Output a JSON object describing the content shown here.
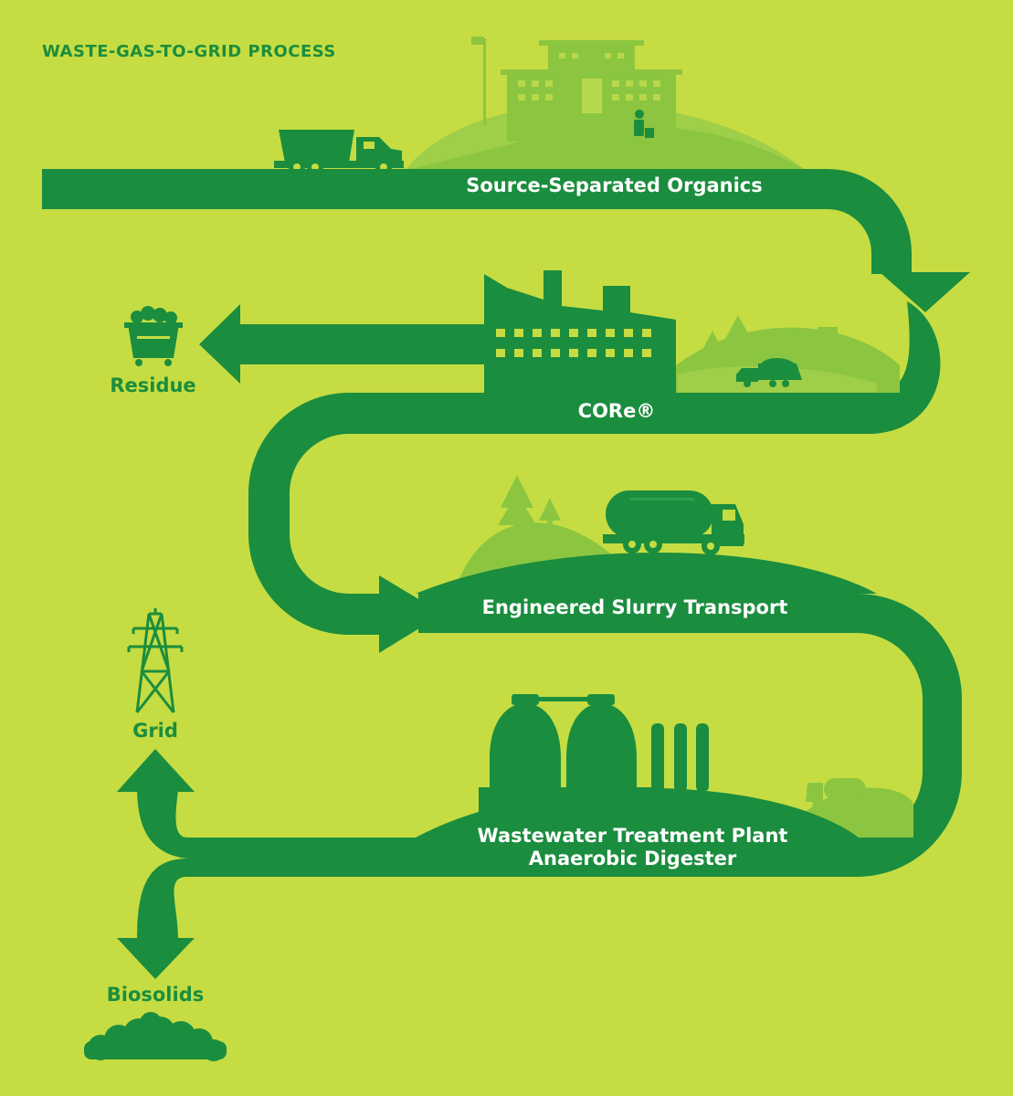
{
  "title": "WASTE-GAS-TO-GRID PROCESS",
  "colors": {
    "background": "#c5dd42",
    "primary_green": "#1b8d3e",
    "hill_green": "#8cc640",
    "light_hill": "#9fce48",
    "label_white": "#ffffff"
  },
  "stages": [
    {
      "id": "source",
      "label": "Source-Separated Organics",
      "icon": "dump-truck-and-school-icon"
    },
    {
      "id": "core",
      "label": "CORe®",
      "icon": "factory-icon"
    },
    {
      "id": "transport",
      "label": "Engineered Slurry Transport",
      "icon": "tanker-truck-icon"
    },
    {
      "id": "digester",
      "label": "Wastewater Treatment Plant",
      "label2": "Anaerobic Digester",
      "icon": "digester-tanks-icon"
    }
  ],
  "outputs": {
    "residue": {
      "label": "Residue",
      "icon": "residue-bin-icon"
    },
    "grid": {
      "label": "Grid",
      "icon": "power-tower-icon"
    },
    "biosolids": {
      "label": "Biosolids",
      "icon": "biosolids-pile-icon"
    }
  }
}
